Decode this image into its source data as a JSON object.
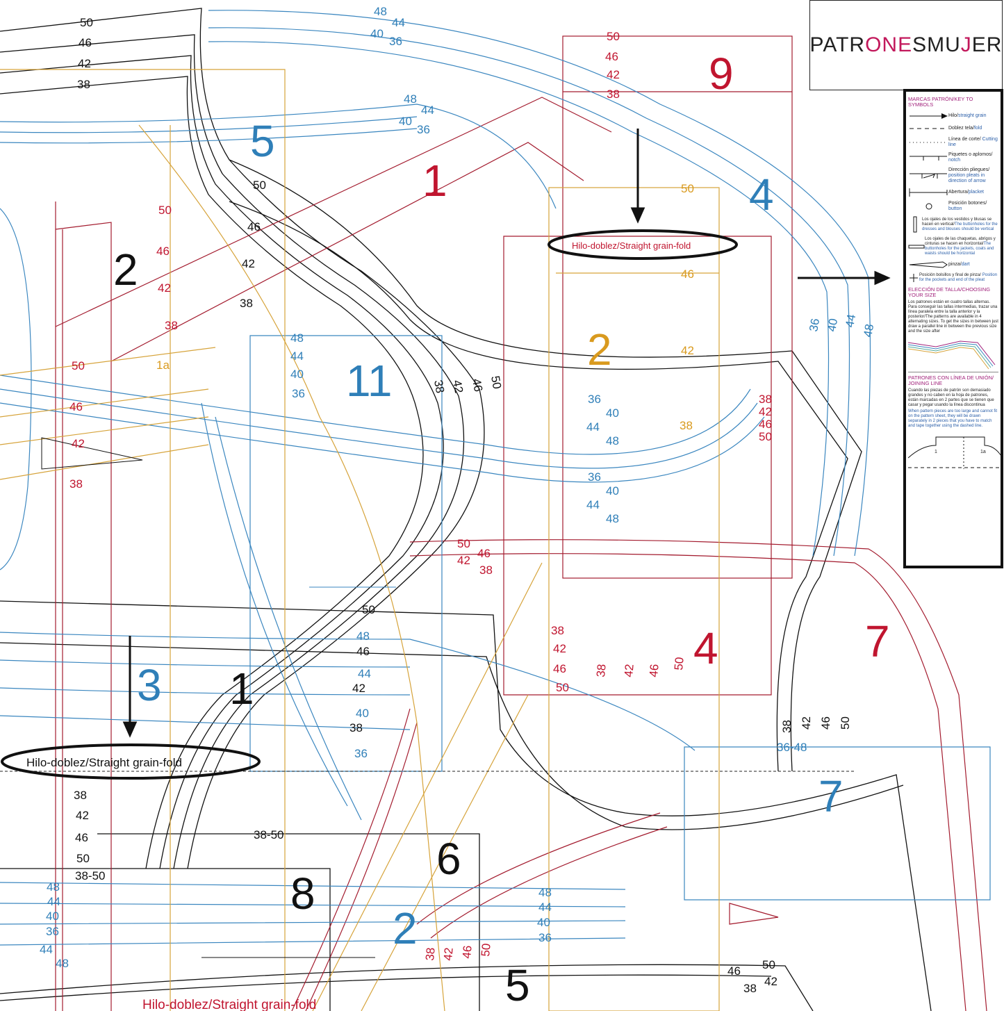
{
  "brand": {
    "part1": "PATR",
    "part2": "ONE",
    "part3": "SMU",
    "part4": "J",
    "part5": "ER",
    "full": "PATRONESMUJER"
  },
  "pieces": [
    {
      "label": "9",
      "color": "red"
    },
    {
      "label": "5",
      "color": "blue"
    },
    {
      "label": "1",
      "color": "red"
    },
    {
      "label": "4",
      "color": "blue"
    },
    {
      "label": "2",
      "color": "black"
    },
    {
      "label": "2",
      "color": "orange"
    },
    {
      "label": "11",
      "color": "blue"
    },
    {
      "label": "3",
      "color": "blue"
    },
    {
      "label": "1",
      "color": "black"
    },
    {
      "label": "4",
      "color": "red"
    },
    {
      "label": "7",
      "color": "red"
    },
    {
      "label": "7",
      "color": "blue"
    },
    {
      "label": "6",
      "color": "black"
    },
    {
      "label": "8",
      "color": "black"
    },
    {
      "label": "2",
      "color": "blue"
    },
    {
      "label": "5",
      "color": "black"
    }
  ],
  "grain_fold": [
    "Hilo-doblez/Straight grain-fold",
    "Hilo-doblez/Straight grain-fold",
    "Hilo-doblez/Straight grain-fold"
  ],
  "sizes": {
    "a": [
      "50",
      "46",
      "42",
      "38"
    ],
    "b": [
      "48",
      "44",
      "40",
      "36"
    ],
    "c": [
      "38-50",
      "36-48",
      "1a"
    ]
  },
  "legend": {
    "title": "MARCAS PATRÓN/KEY TO SYMBOLS",
    "items": [
      {
        "es": "Hilo/",
        "en": "straight grain"
      },
      {
        "es": "Doblez tela/",
        "en": "fold"
      },
      {
        "es": "Línea de corte/",
        "en": "Cutting line"
      },
      {
        "es": "Piquetes o aplomos/",
        "en": "notch"
      },
      {
        "es": "Dirección pliegues/",
        "en": "position pleats in direction of arrow"
      },
      {
        "es": "Abertura/",
        "en": "placket"
      },
      {
        "es": "Posición botones/",
        "en": "button"
      },
      {
        "es": "Los ojales de los vestidos y blusas se hacen en vertical/",
        "en": "The buttonholes for the dresses and blouses should be vertical"
      },
      {
        "es": "Los ojales de las chaquetas, abrigos y cinturas se hacen en horizontal/",
        "en": "The buttonholes for the jackets, coats and waists should be horizontal"
      },
      {
        "es": "pinza/",
        "en": "dart"
      },
      {
        "es": "Posición bolsillos y final de pinza/",
        "en": "Position for the pockets and end of the pleat"
      }
    ],
    "size_title": "ELECCIÓN DE TALLA/CHOOSING YOUR SIZE",
    "size_text": "Los patrones están en cuatro tallas alternas. Para conseguir las tallas intermedias, trazar una línea paralela entre la talla anterior y la posterior/The patterns are available in 4 alternating sizes. To get the sizes in between just draw a parallel line in between the previous size and the size after",
    "join_title": "PATRONES CON LÍNEA DE UNIÓN/ JOINING LINE",
    "join_text_es": "Cuando las piezas de patrón son demasiado grandes y no caben en la hoja de patrones, están marcadas en 2 partes que se tienen que casar y pegar usando la línea discontinua",
    "join_text_en": "When pattern pieces are too large and cannot fit on the pattern sheet, they will be drawn separately in 2 pieces that you have to match and tape together using the dashed line.",
    "join_labels": [
      "1",
      "1a"
    ]
  },
  "colors": {
    "black": "#111111",
    "red": "#c0152f",
    "blue": "#2f7fb8",
    "orange": "#d99a1e",
    "brand": "#c2185b"
  }
}
